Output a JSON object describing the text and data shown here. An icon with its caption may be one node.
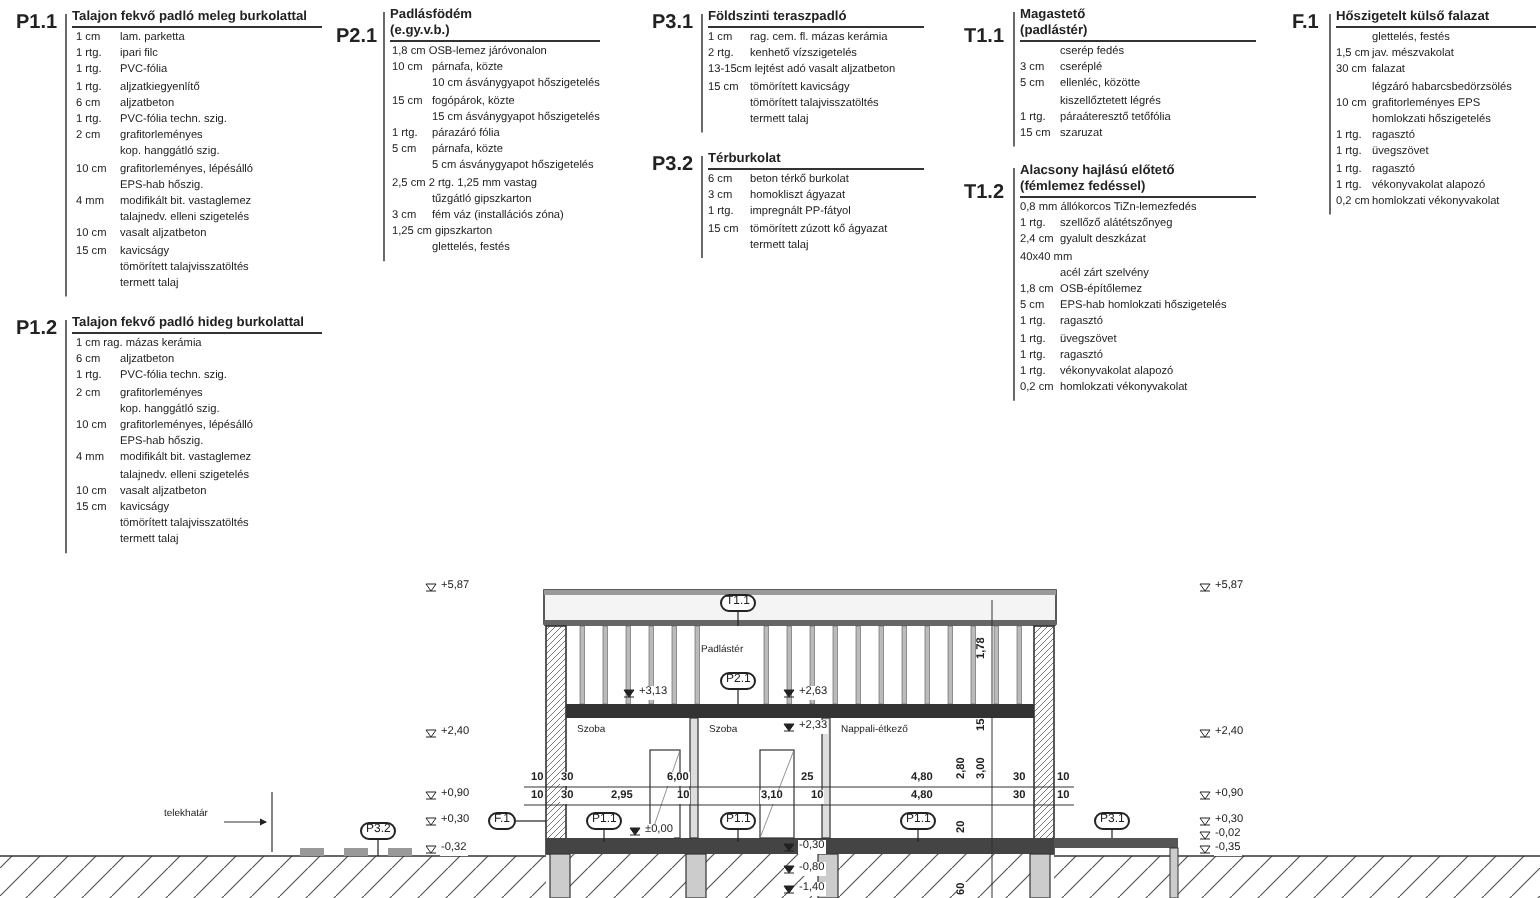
{
  "diagram": {
    "nodes": [
      {
        "text": [
          "T1.1"
        ]
      },
      {
        "text": [
          "P2.1"
        ]
      },
      {
        "text": [
          "P3.2"
        ]
      },
      {
        "text": [
          "F.1"
        ]
      },
      {
        "text": [
          "P1.1"
        ]
      },
      {
        "text": [
          "P1.1"
        ]
      },
      {
        "text": [
          "P1.1"
        ]
      },
      {
        "text": [
          "P3.1"
        ]
      }
    ],
    "edges": [
      {
        "from": 0,
        "to": null,
        "arrow": "none"
      },
      {
        "from": 1,
        "to": null,
        "arrow": "none"
      },
      {
        "from": 2,
        "to": null,
        "arrow": "none"
      },
      {
        "from": 3,
        "to": null,
        "arrow": "none"
      },
      {
        "from": 4,
        "to": null,
        "arrow": "none"
      },
      {
        "from": 5,
        "to": null,
        "arrow": "none"
      },
      {
        "from": 6,
        "to": null,
        "arrow": "none"
      },
      {
        "from": 7,
        "to": null,
        "arrow": "none"
      }
    ],
    "labels": [
      "P1.1",
      "Talajon fekvő padló meleg burkolattal",
      "1 cm",
      "lam. parketta",
      "1 rtg.",
      "ipari filc",
      "1 rtg.",
      "PVC-fólia",
      "1 rtg.",
      "aljzatkiegyenlítő",
      "6 cm",
      "aljzatbeton",
      "1 rtg.",
      "PVC-fólia techn. szig.",
      "2 cm",
      "grafitorleményes",
      "kop. hanggátló szig.",
      "10 cm",
      "grafitorleményes, lépésálló",
      "EPS-hab hőszig.",
      "4 mm",
      "modifikált bit. vastaglemez",
      "talajnedv. elleni szigetelés",
      "10 cm",
      "vasalt aljzatbeton",
      "15 cm",
      "kavicságy",
      "tömörített talajvisszatöltés",
      "termett talaj",
      "P1.2",
      "Talajon fekvő padló hideg burkolattal",
      "1 cm rag. mázas kerámia",
      "6 cm",
      "aljzatbeton",
      "1 rtg.",
      "PVC-fólia techn. szig.",
      "2 cm",
      "grafitorleményes",
      "kop. hanggátló szig.",
      "10 cm",
      "grafitorleményes, lépésálló",
      "EPS-hab hőszig.",
      "4 mm",
      "modifikált bit. vastaglemez",
      "talajnedv. elleni szigetelés",
      "10 cm",
      "vasalt aljzatbeton",
      "15 cm",
      "kavicságy",
      "tömörített talajvisszatöltés",
      "termett talaj",
      "P2.1",
      "Padlásfödém (e.gy.v.b.)",
      "1,8 cm OSB-lemez járóvonalon",
      "10 cm",
      "párnafa, közte",
      "10 cm ásványgyapot hőszigetelés",
      "15 cm",
      "fogópárok, közte",
      "15 cm ásványgyapot hőszigetelés",
      "1 rtg.",
      "párazáró fólia",
      "5 cm",
      "párnafa, közte",
      "5 cm ásványgyapot hőszigetelés",
      "2,5 cm 2 rtg. 1,25 mm vastag",
      "tűzgátló gipszkarton",
      "3 cm",
      "fém váz (installációs zóna)",
      "1,25 cm gipszkarton",
      "glettelés, festés",
      "P3.1",
      "Földszinti teraszpadló",
      "1 cm",
      "rag. cem. fl. mázas kerámia",
      "2 rtg.",
      "kenhető vízszigetelés",
      "13-15cm lejtést adó vasalt aljzatbeton",
      "15 cm",
      "tömörített kavicságy",
      "tömörített talajvisszatöltés",
      "termett talaj",
      "P3.2",
      "Térburkolat",
      "6 cm",
      "beton térkő burkolat",
      "3 cm",
      "homokliszt ágyazat",
      "1 rtg.",
      "impregnált PP-fátyol",
      "15 cm",
      "tömörített zúzott kő ágyazat",
      "termett talaj",
      "T1.1",
      "Magastető (padlástér)",
      "cserép fedés",
      "3 cm",
      "cseréplé",
      "5 cm",
      "ellenléc, közötte",
      "kiszellőztetett légrés",
      "1 rtg.",
      "páraáteresztő tetőfólia",
      "15 cm",
      "szaruzat",
      "T1.2",
      "Alacsony hajlású előtető (fémlemez fedéssel)",
      "0,8 mm állókorcos TiZn-lemezfedés",
      "1 rtg.",
      "szellőző alátétszőnyeg",
      "2,4 cm",
      "gyalult deszkázat",
      "40x40 mm",
      "acél zárt szelvény",
      "1,8 cm",
      "OSB-építőlemez",
      "5 cm",
      "EPS-hab homlokzati hőszigetelés",
      "1 rtg.",
      "ragasztó",
      "1 rtg.",
      "üvegszövet",
      "1 rtg.",
      "ragasztó",
      "1 rtg.",
      "vékonyvakolat alapozó",
      "0,2 cm",
      "homlokzati vékonyvakolat",
      "F.1",
      "Hőszigetelt külső falazat",
      "glettelés, festés",
      "1,5 cm",
      "jav. mészvakolat",
      "30 cm",
      "falazat",
      "légzáró habarcsbedörzsölés",
      "10 cm",
      "grafitorleményes EPS",
      "homlokzati hőszigetelés",
      "1 rtg.",
      "ragasztó",
      "1 rtg.",
      "üvegszövet",
      "1 rtg.",
      "ragasztó",
      "1 rtg.",
      "vékonyvakolat alapozó",
      "0,2 cm",
      "homlokzati vékonyvakolat",
      "+5,87",
      "+5,87",
      "1,78",
      "Padlástér",
      "+3,13",
      "+2,63",
      "+2,33",
      "15",
      "+2,40",
      "Szoba",
      "Szoba",
      "Nappali-étkező",
      "+2,40",
      "2,80",
      "3,00",
      "10",
      "30",
      "6,00",
      "25",
      "4,80",
      "30",
      "10",
      "+0,90",
      "10",
      "30",
      "2,95",
      "10",
      "3,10",
      "10",
      "4,80",
      "30",
      "10",
      "+0,90",
      "telekhatár",
      "+0,30",
      "+0,30",
      "±0,00",
      "20",
      "-0,02",
      "-0,32",
      "-0,30",
      "-0,35",
      "-0,80",
      "-1,40",
      "60"
    ]
  }
}
